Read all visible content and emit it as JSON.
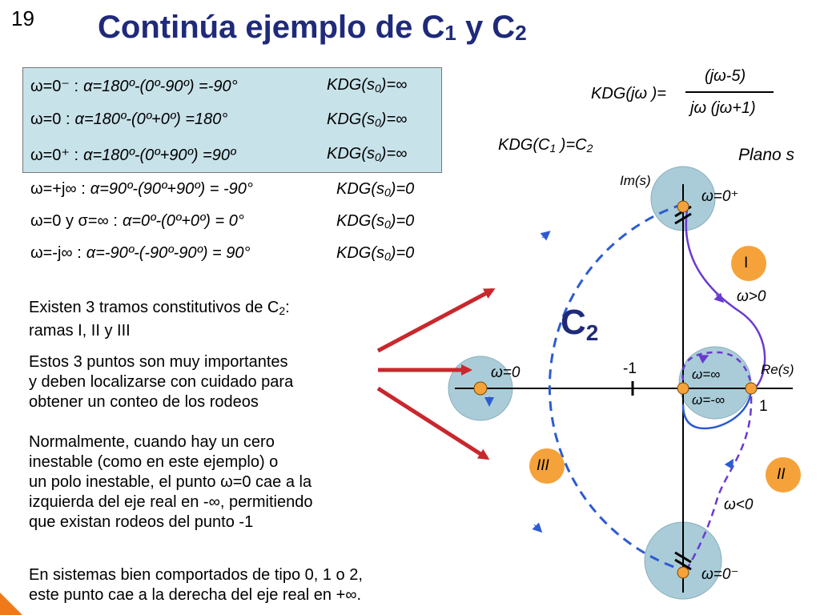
{
  "slide_number": "19",
  "title": "Continúa ejemplo de C",
  "title_sub1": "1",
  "title_and": " y C",
  "title_sub2": "2",
  "box_rows": [
    {
      "w": "ω=0⁻ :",
      "a": "α=180º-(0º-90º) =-90°",
      "k": "KDG(s",
      "ks": "0",
      "ke": ")=∞"
    },
    {
      "w": "ω=0 :",
      "a": "α=180º-(0º+0º) =180°",
      "k": "KDG(s",
      "ks": "0",
      "ke": ")=∞"
    },
    {
      "w": "ω=0⁺ :",
      "a": "α=180º-(0º+90º) =90º",
      "k": "KDG(s",
      "ks": "0",
      "ke": ")=∞"
    }
  ],
  "rows": [
    {
      "w": "ω=+j∞ :",
      "a": "α=90º-(90º+90º) = -90°",
      "k": "KDG(s",
      "ks": "0",
      "ke": ")=0"
    },
    {
      "w": "ω=0  y  σ=∞ :",
      "a": "α=0º-(0º+0º) = 0°",
      "k": "KDG(s",
      "ks": "0",
      "ke": ")=0"
    },
    {
      "w": "ω=-j∞ :",
      "a": "α=-90º-(-90º-90º) = 90°",
      "k": "KDG(s",
      "ks": "0",
      "ke": ")=0"
    }
  ],
  "para1_a": "Existen 3 tramos constitutivos de C",
  "para1_sub": "2",
  "para1_b": ":",
  "para1_l2": "ramas I, II y III",
  "para2": [
    "Estos 3 puntos son muy importantes",
    "y deben localizarse con cuidado para",
    "obtener un conteo de los rodeos"
  ],
  "para3": [
    "Normalmente, cuando hay un cero",
    "inestable (como en este ejemplo) o",
    "un polo inestable, el punto ω=0 cae a la",
    "izquierda del eje real en -∞, permitiendo",
    "que existan rodeos del punto -1"
  ],
  "para4": [
    "En sistemas bien comportados de tipo 0, 1 o 2,",
    "este punto cae a la derecha del eje real en +∞."
  ],
  "formula": {
    "lhs": "KDG(jω )=",
    "num": "(jω-5)",
    "den": "jω (jω+1)"
  },
  "kdg_c1": "KDG(C",
  "kdg_c1_sub": "1",
  "kdg_c1_end": " )=C",
  "kdg_c1_sub2": "2",
  "plano": "Plano s",
  "im_label": "Im(s)",
  "re_label": "Re(s)",
  "minus_one": "-1",
  "one": "1",
  "w0plus": "ω=0⁺",
  "w0minus": "ω=0⁻",
  "w0": "ω=0",
  "winf": "ω=∞",
  "wminf": "ω=-∞",
  "wgt0": "ω>0",
  "wlt0": "ω<0",
  "branch_I": "I",
  "branch_II": "II",
  "branch_III": "III",
  "C2": "C",
  "C2_sub": "2",
  "colors": {
    "title": "#1f2a7a",
    "box": "#c8e2ea",
    "circle": "#a9ccd8",
    "dashed": "#2d5bd1",
    "purple": "#6a3ad0",
    "point": "#f5a23a",
    "red": "#c8282d"
  }
}
